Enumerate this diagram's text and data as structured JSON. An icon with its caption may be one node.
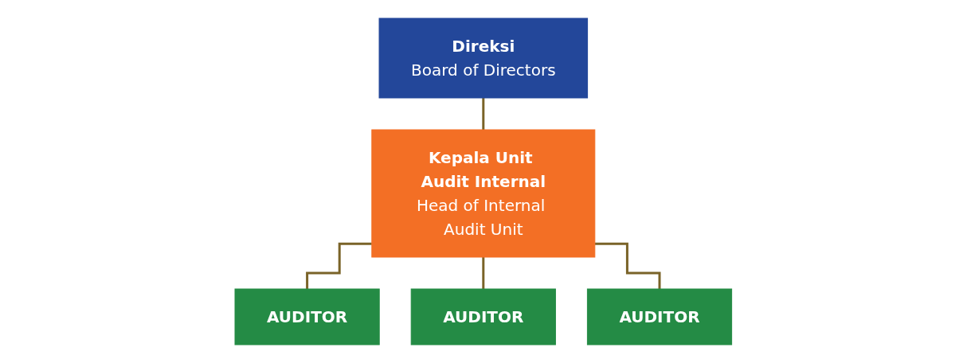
{
  "diagram": {
    "nodes": [
      {
        "text": [
          "Direksi",
          "Board of Directors"
        ]
      },
      {
        "text": [
          "Kepala Unit Audit Internal",
          "Head of Internal Audit Unit"
        ]
      },
      {
        "text": [
          "AUDITOR"
        ]
      },
      {
        "text": [
          "AUDITOR"
        ]
      },
      {
        "text": [
          "AUDITOR"
        ]
      }
    ],
    "edges": [
      {
        "from": 0,
        "to": 1,
        "arrow": "none"
      },
      {
        "from": 1,
        "to": 2,
        "arrow": "none"
      },
      {
        "from": 1,
        "to": 3,
        "arrow": "none"
      },
      {
        "from": 1,
        "to": 4,
        "arrow": "none"
      }
    ]
  }
}
